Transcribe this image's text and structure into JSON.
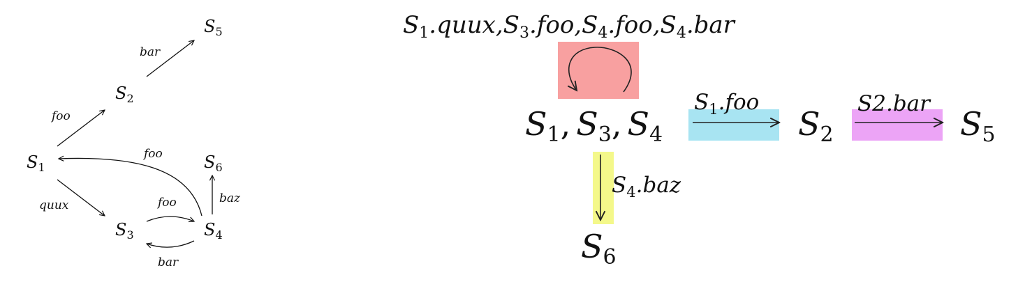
{
  "left_diagram": {
    "nodes": {
      "s1": {
        "base": "S",
        "sub": "1"
      },
      "s2": {
        "base": "S",
        "sub": "2"
      },
      "s3": {
        "base": "S",
        "sub": "3"
      },
      "s4": {
        "base": "S",
        "sub": "4"
      },
      "s5": {
        "base": "S",
        "sub": "5"
      },
      "s6": {
        "base": "S",
        "sub": "6"
      }
    },
    "edges": {
      "s2_s5": "bar",
      "s1_s2": "foo",
      "s4_s1": "foo",
      "s1_s3": "quux",
      "s3_s4": "foo",
      "s4_s3": "bar",
      "s4_s6": "baz"
    }
  },
  "right_diagram": {
    "top_label": {
      "p1": {
        "base": "S",
        "sub": "1",
        "rest": ".quux,"
      },
      "p2": {
        "base": "S",
        "sub": "3",
        "rest": ".foo,"
      },
      "p3": {
        "base": "S",
        "sub": "4",
        "rest": ".foo,"
      },
      "p4": {
        "base": "S",
        "sub": "4",
        "rest": ".bar"
      }
    },
    "merged_node": {
      "a": {
        "base": "S",
        "sub": "1",
        "sep": ","
      },
      "b": {
        "base": "S",
        "sub": "3",
        "sep": ","
      },
      "c": {
        "base": "S",
        "sub": "4",
        "sep": ""
      }
    },
    "nodes": {
      "s2": {
        "base": "S",
        "sub": "2"
      },
      "s5": {
        "base": "S",
        "sub": "5"
      },
      "s6": {
        "base": "S",
        "sub": "6"
      }
    },
    "edges": {
      "to_s2": {
        "base": "S",
        "sub": "1",
        "rest": ".foo"
      },
      "to_s5": {
        "text": "S2.bar"
      },
      "to_s6": {
        "base": "S",
        "sub": "4",
        "rest": ".baz"
      }
    },
    "highlights": {
      "self_loop": "#f8a0a0",
      "to_s2": "#a8e4f2",
      "to_s5": "#eca4f6",
      "to_s6": "#f4f88a"
    }
  }
}
